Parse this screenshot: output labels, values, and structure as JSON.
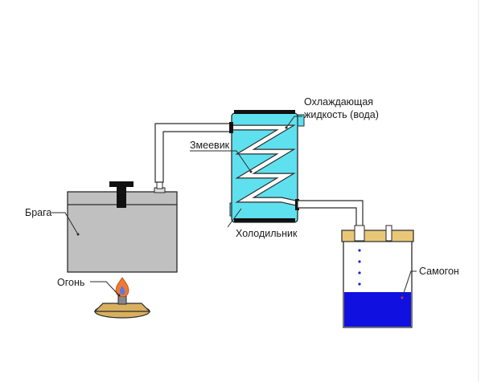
{
  "labels": {
    "braga": "Брага",
    "fire": "Огонь",
    "coil": "Змеевик",
    "coolant_line1": "Охлаждающая",
    "coolant_line2": "жидкость (вода)",
    "condenser": "Холодильник",
    "product": "Самогон"
  },
  "colors": {
    "tank": "#c0c0c0",
    "condenser_body": "#5fe0ee",
    "coil": "#ffffff",
    "product_liquid": "#1010e0",
    "drops": "#2222cc",
    "lid": "#e8c878",
    "stove": "#d9b060",
    "outline": "#2a2a2a"
  }
}
